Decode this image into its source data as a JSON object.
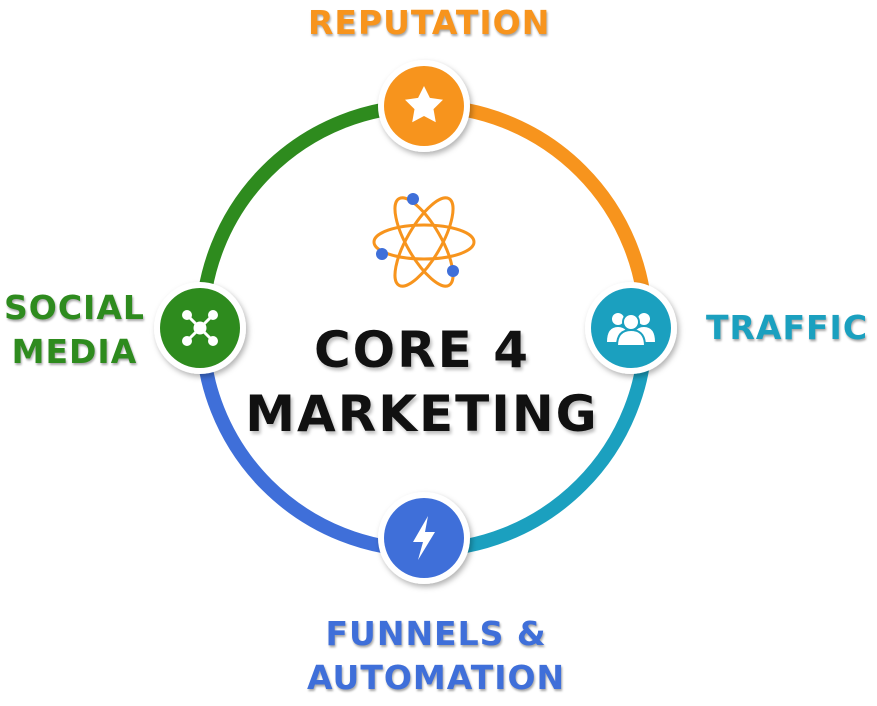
{
  "title": {
    "line1": "CORE 4",
    "line2": "MARKETING"
  },
  "segments": [
    {
      "key": "reputation",
      "lines": [
        "REPUTATION"
      ],
      "color": "#F7941D",
      "icon": "star-icon"
    },
    {
      "key": "traffic",
      "lines": [
        "TRAFFIC"
      ],
      "color": "#1BA0BF",
      "icon": "users-icon"
    },
    {
      "key": "funnels",
      "lines": [
        "FUNNELS &",
        "AUTOMATION"
      ],
      "color": "#3F6FD9",
      "icon": "lightning-icon"
    },
    {
      "key": "social",
      "lines": [
        "SOCIAL",
        "MEDIA"
      ],
      "color": "#2E8B1E",
      "icon": "network-icon"
    }
  ],
  "center_icon": "atom-icon"
}
